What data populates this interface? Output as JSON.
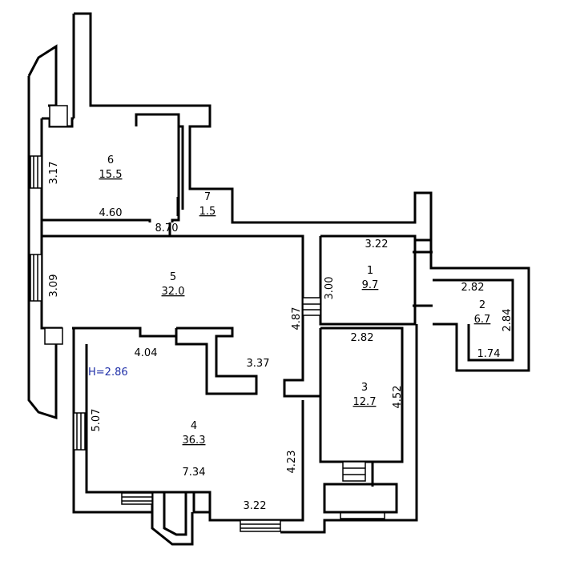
{
  "ceiling_height": "H=2.86",
  "rooms": [
    {
      "number": "1",
      "area": "9.7"
    },
    {
      "number": "2",
      "area": "6.7"
    },
    {
      "number": "3",
      "area": "12.7"
    },
    {
      "number": "4",
      "area": "36.3"
    },
    {
      "number": "5",
      "area": "32.0"
    },
    {
      "number": "6",
      "area": "15.5"
    },
    {
      "number": "7",
      "area": "1.5"
    }
  ],
  "dimensions": {
    "room6_height": "3.17",
    "room6_width": "4.60",
    "room5_width": "8.70",
    "room5_height": "3.09",
    "room5_inner": "4.87",
    "room5_step": "3.37",
    "room4_width_top": "4.04",
    "room4_height": "5.07",
    "room4_width": "7.34",
    "room4_right": "4.23",
    "room4_bottom": "3.22",
    "room1_width": "3.22",
    "room1_height": "3.00",
    "room2_width": "2.82",
    "room2_height": "2.84",
    "room2_bottom": "1.74",
    "room3_width": "2.82",
    "room3_height": "4.52"
  }
}
